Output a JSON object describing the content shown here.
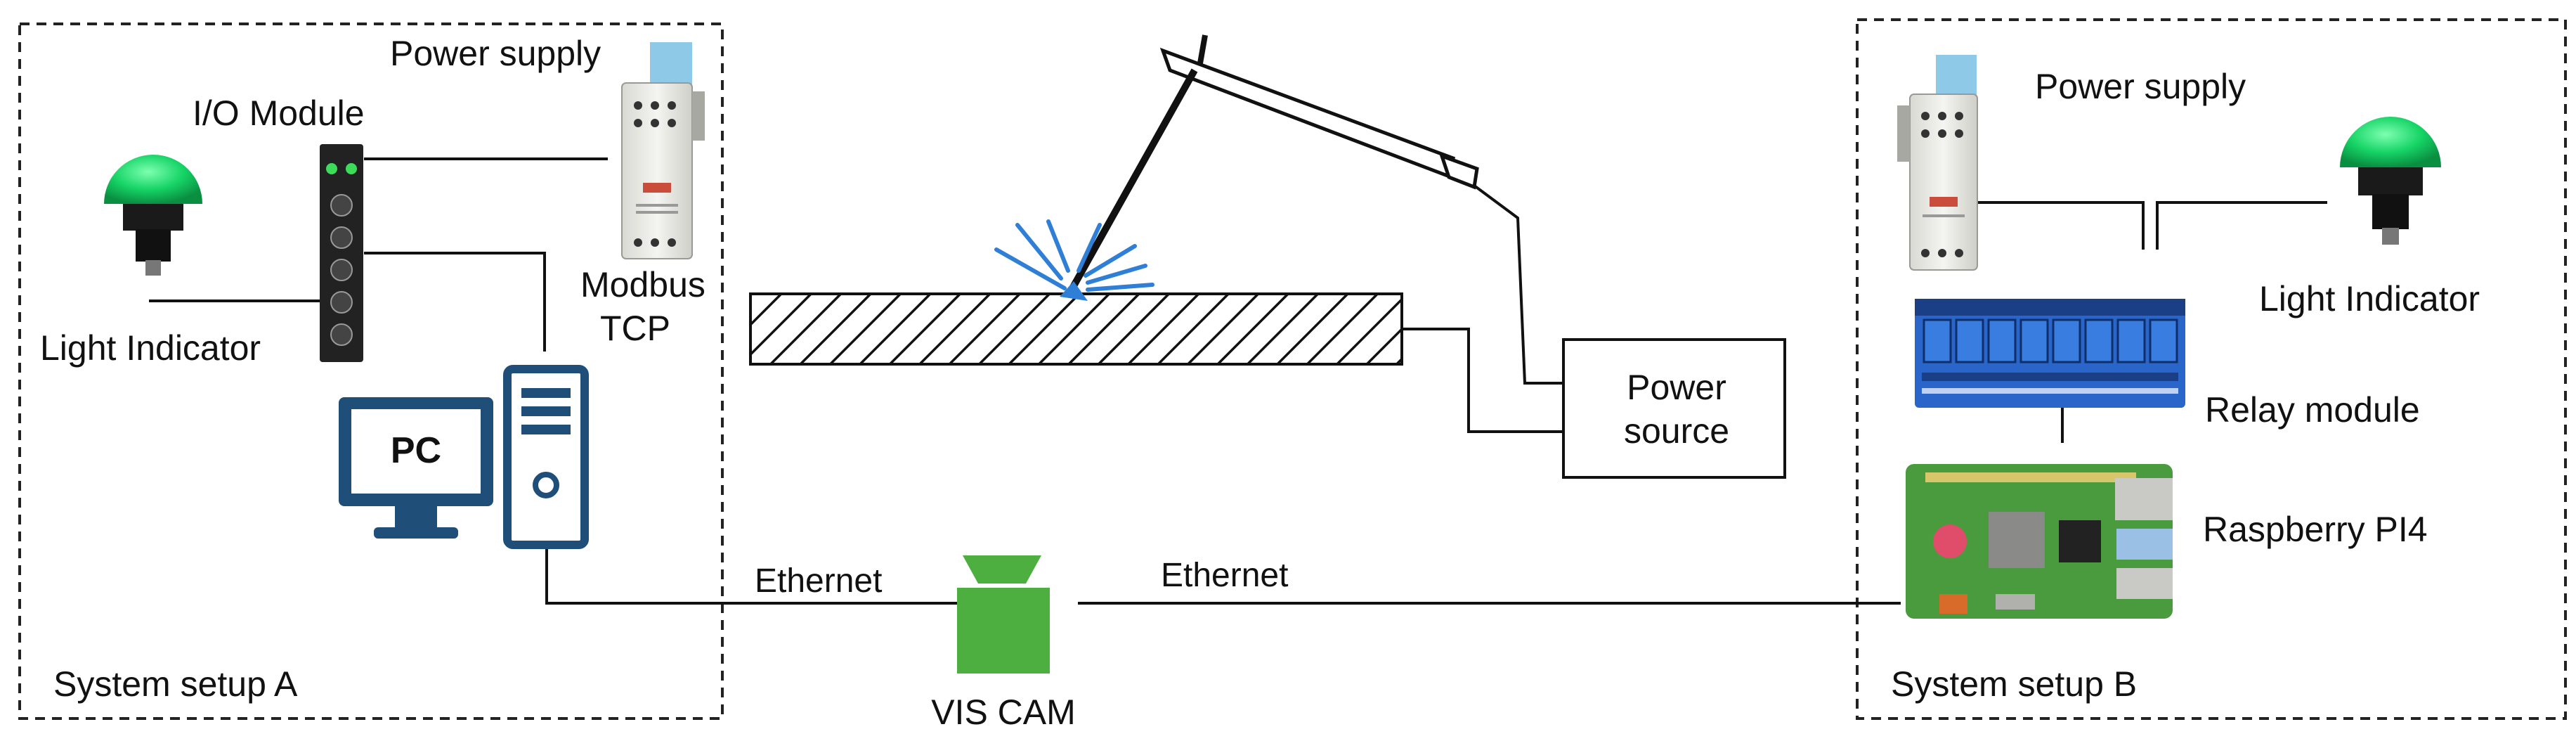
{
  "setup_a": {
    "caption": "System setup A",
    "power_supply": "Power supply",
    "io_module": "I/O Module",
    "light_indicator": "Light Indicator",
    "protocol_line1": "Modbus",
    "protocol_line2": "TCP",
    "pc": "PC"
  },
  "welding": {
    "power_source_line1": "Power",
    "power_source_line2": "source"
  },
  "network": {
    "ethernet_left": "Ethernet",
    "ethernet_right": "Ethernet",
    "camera": "VIS CAM"
  },
  "setup_b": {
    "caption": "System setup B",
    "power_supply": "Power supply",
    "light_indicator": "Light Indicator",
    "relay_module": "Relay module",
    "controller": "Raspberry PI4"
  },
  "colors": {
    "pc_blue": "#1f4e79",
    "camera_green": "#4caf3f",
    "indicator_green": "#22d46a",
    "spark_blue": "#2f7fd6",
    "relay_blue": "#2a66c9"
  }
}
